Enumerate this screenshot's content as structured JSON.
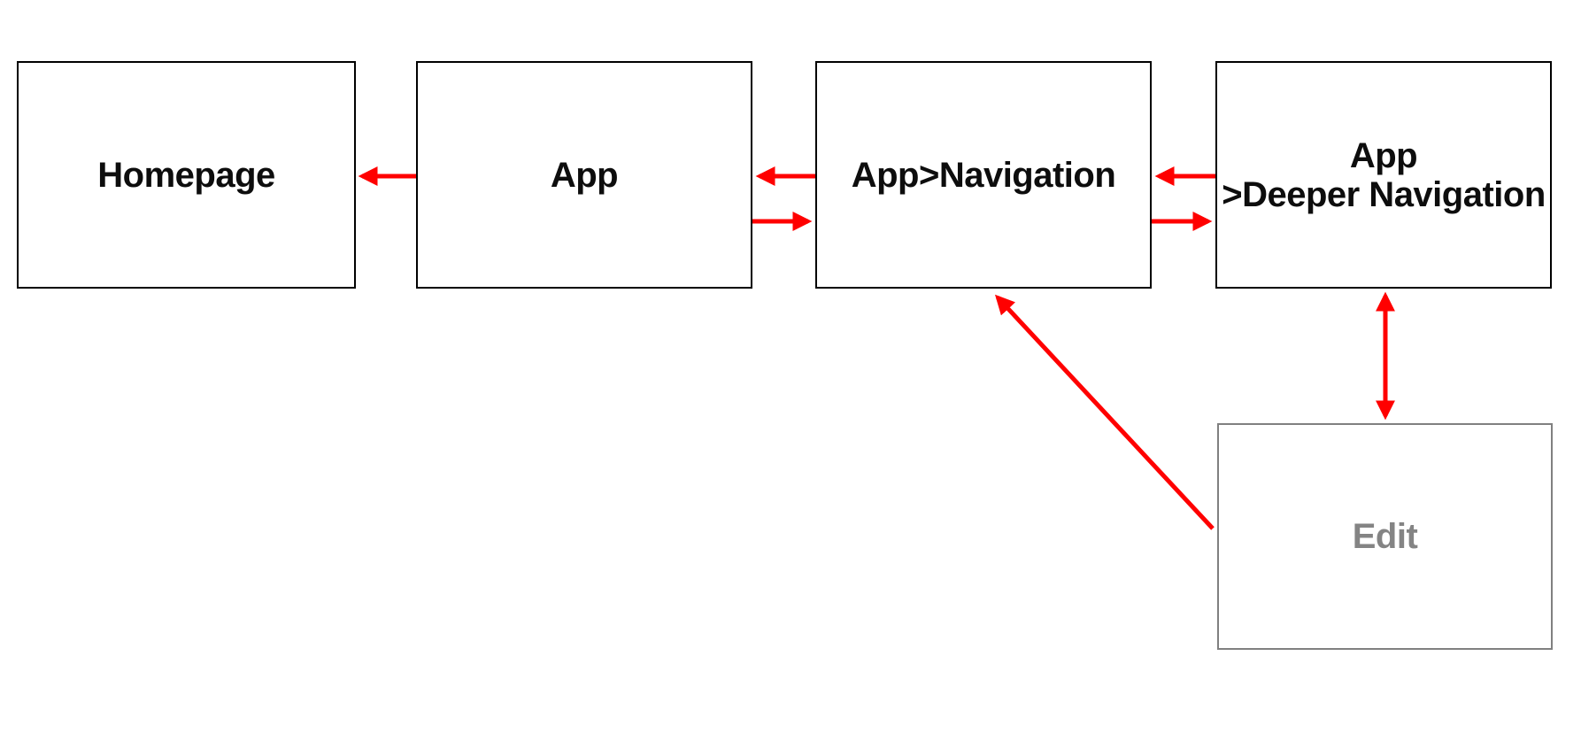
{
  "diagram": {
    "background_color": "#ffffff",
    "arrow_color": "#ff0000",
    "node_border_color": "#000000",
    "node_text_color": "#0d0d0d",
    "muted_border_color": "#808080",
    "muted_text_color": "#848484",
    "nodes": [
      {
        "id": "homepage",
        "label": "Homepage"
      },
      {
        "id": "app",
        "label": "App"
      },
      {
        "id": "app-navigation",
        "label": "App>Navigation"
      },
      {
        "id": "app-deeper-navigation",
        "lines": [
          "App",
          ">Deeper Navigation"
        ]
      },
      {
        "id": "edit",
        "label": "Edit",
        "style": "muted"
      }
    ],
    "edges": [
      {
        "from": "app",
        "to": "homepage",
        "direction": "one-way"
      },
      {
        "from": "app-navigation",
        "to": "app",
        "direction": "one-way"
      },
      {
        "from": "app",
        "to": "app-navigation",
        "direction": "one-way"
      },
      {
        "from": "app-deeper-navigation",
        "to": "app-navigation",
        "direction": "one-way"
      },
      {
        "from": "app-navigation",
        "to": "app-deeper-navigation",
        "direction": "one-way"
      },
      {
        "from": "app-deeper-navigation",
        "to": "edit",
        "direction": "two-way"
      },
      {
        "from": "edit",
        "to": "app-navigation",
        "direction": "one-way"
      }
    ]
  }
}
